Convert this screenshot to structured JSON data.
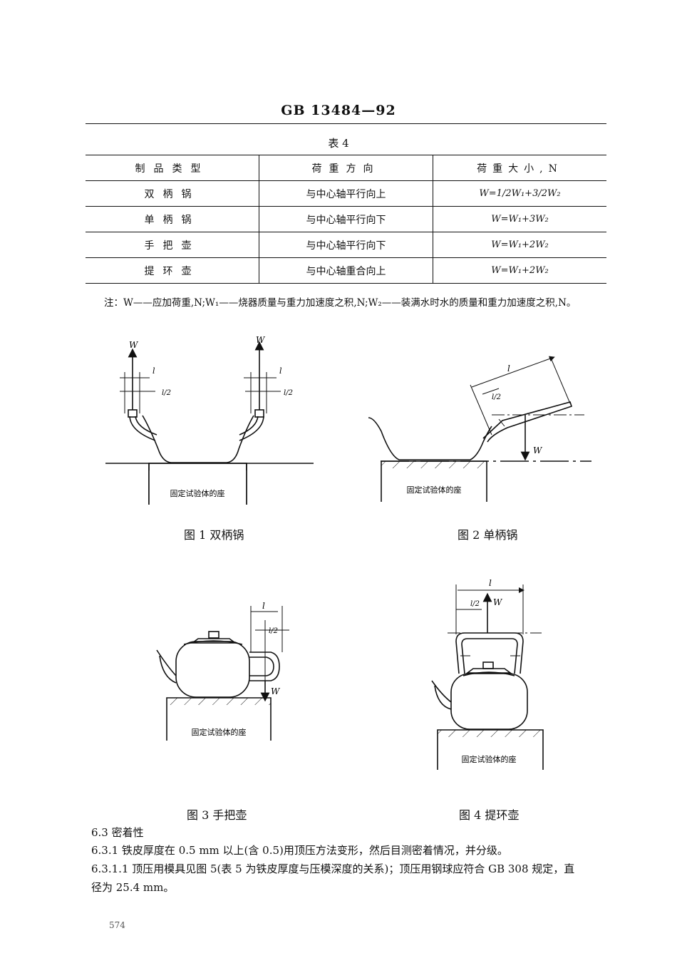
{
  "header": {
    "standard": "GB 13484—92"
  },
  "table": {
    "title": "表 4",
    "columns": [
      "制品类型",
      "荷重方向",
      "荷重大小,N"
    ],
    "rows": [
      [
        "双柄锅",
        "与中心轴平行向上",
        "W=1/2W₁+3/2W₂"
      ],
      [
        "单柄锅",
        "与中心轴平行向下",
        "W=W₁+3W₂"
      ],
      [
        "手把壶",
        "与中心轴平行向下",
        "W=W₁+2W₂"
      ],
      [
        "提环壶",
        "与中心轴重合向上",
        "W=W₁+2W₂"
      ]
    ],
    "note": "注：W——应加荷重,N;W₁——烧器质量与重力加速度之积,N;W₂——装满水时水的质量和重力加速度之积,N。"
  },
  "figures": {
    "base_label": "固定试验体的座",
    "load_symbol": "W",
    "length_symbol": "l",
    "half_length_symbol": "l/2",
    "fig1_caption": "图 1   双柄锅",
    "fig2_caption": "图 2   单柄锅",
    "fig3_caption": "图 3   手把壶",
    "fig4_caption": "图 4   提环壶"
  },
  "sections": {
    "s63": "6.3  密着性",
    "s631": "6.3.1   铁皮厚度在 0.5 mm 以上(含 0.5)用顶压方法变形，然后目测密着情况，并分级。",
    "s6311_line1": "6.3.1.1   顶压用模具见图 5(表 5 为铁皮厚度与压模深度的关系)；顶压用钢球应符合 GB 308 规定，直",
    "s6311_line2": "径为 25.4 mm。"
  },
  "page_number": "574"
}
